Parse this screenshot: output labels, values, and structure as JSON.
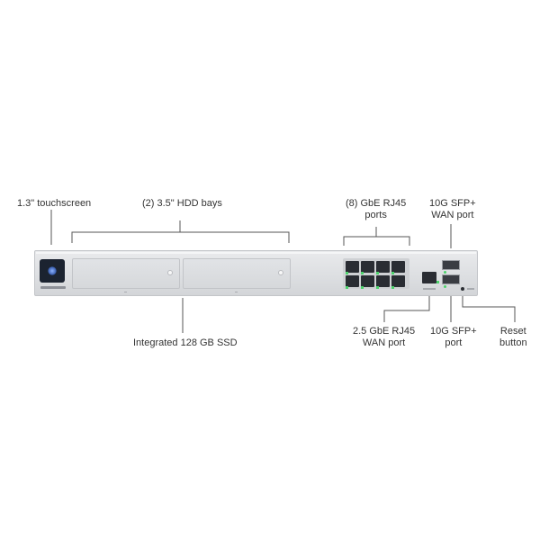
{
  "labels": {
    "touchscreen": "1.3\" touchscreen",
    "hdd_bays": "(2) 3.5\" HDD bays",
    "gbe_ports_line1": "(8) GbE RJ45",
    "gbe_ports_line2": "ports",
    "sfp_wan_line1": "10G SFP+",
    "sfp_wan_line2": "WAN port",
    "ssd": "Integrated 128 GB SSD",
    "wan_rj45_line1": "2.5 GbE RJ45",
    "wan_rj45_line2": "WAN port",
    "sfp_port_line1": "10G SFP+",
    "sfp_port_line2": "port",
    "reset_line1": "Reset",
    "reset_line2": "button"
  },
  "icons": {
    "touchscreen": "touchscreen-display-icon"
  },
  "colors": {
    "chassis": "#dcdee1",
    "port": "#2a2d33",
    "link_led": "#4cd36b",
    "callout_line": "#555555",
    "screen": "#1b2330"
  }
}
